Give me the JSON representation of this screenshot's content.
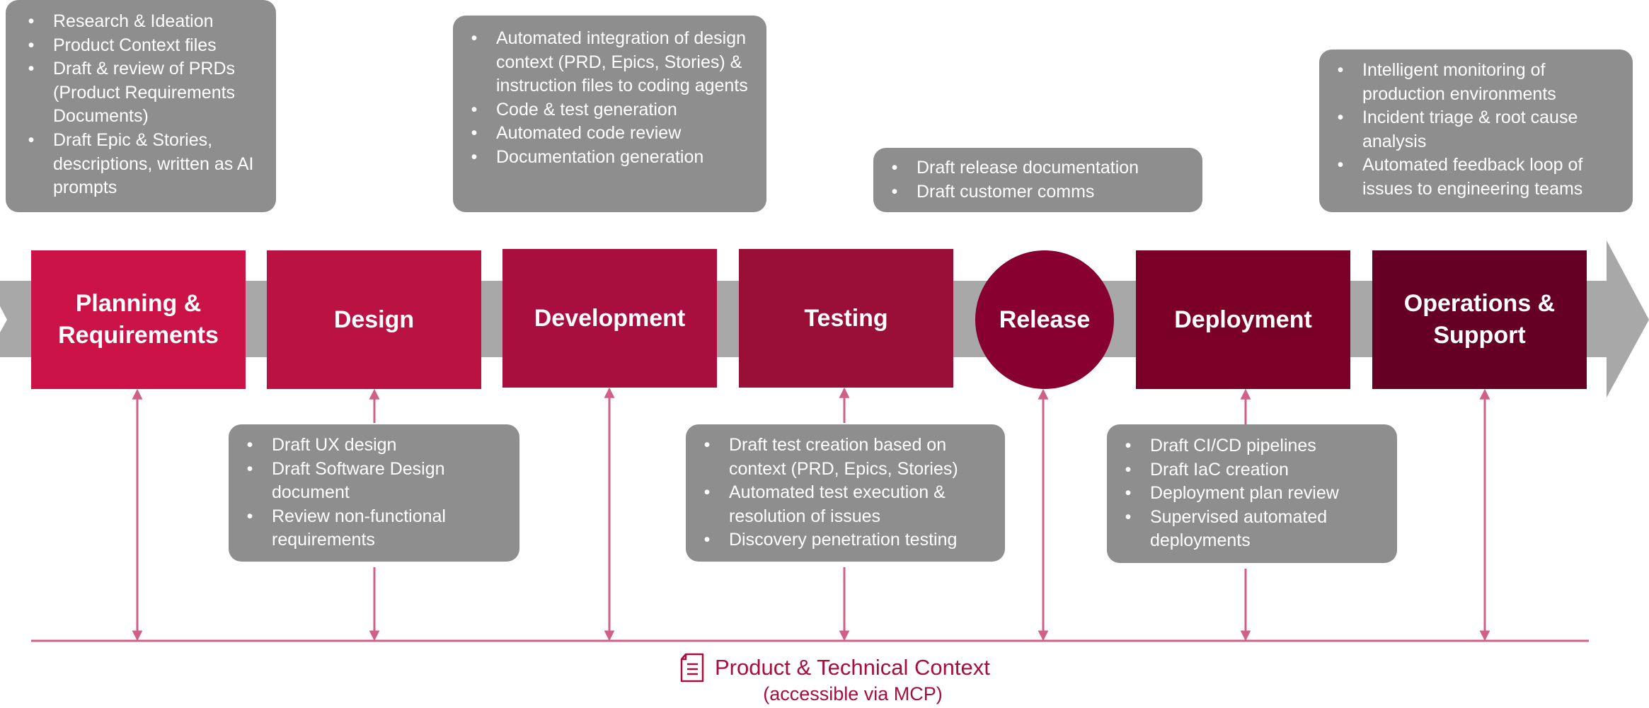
{
  "colors": {
    "band": "#a8a8a8",
    "box": "#8e8e8e",
    "connector": "#d06088",
    "context_text": "#a80e3d",
    "stages": [
      "#cc1348",
      "#bb1244",
      "#a90f3e",
      "#990f37",
      "#880030",
      "#7a0028",
      "#650024"
    ]
  },
  "stages": [
    {
      "label": "Planning & Requirements"
    },
    {
      "label": "Design"
    },
    {
      "label": "Development"
    },
    {
      "label": "Testing"
    },
    {
      "label": "Release"
    },
    {
      "label": "Deployment"
    },
    {
      "label": "Operations & Support"
    }
  ],
  "panels": {
    "planning": [
      "Research & Ideation",
      "Product Context files",
      "Draft & review of PRDs (Product Requirements Documents)",
      "Draft Epic & Stories, descriptions, written as AI prompts"
    ],
    "development": [
      "Automated integration of design context (PRD, Epics, Stories) & instruction files to coding agents",
      "Code & test generation",
      "Automated code review",
      "Documentation generation"
    ],
    "release": [
      "Draft release documentation",
      "Draft customer comms"
    ],
    "operations": [
      "Intelligent monitoring of production environments",
      "Incident triage & root cause analysis",
      "Automated feedback loop of issues to engineering teams"
    ],
    "design": [
      "Draft UX design",
      "Draft Software Design document",
      "Review non-functional requirements"
    ],
    "testing": [
      "Draft test creation based on context (PRD, Epics, Stories)",
      "Automated test execution & resolution of issues",
      "Discovery penetration testing"
    ],
    "deployment": [
      "Draft CI/CD pipelines",
      "Draft IaC creation",
      "Deployment plan review",
      "Supervised automated deployments"
    ]
  },
  "context": {
    "title": "Product & Technical Context",
    "subtitle": "(accessible via MCP)",
    "icon": "document-icon"
  }
}
